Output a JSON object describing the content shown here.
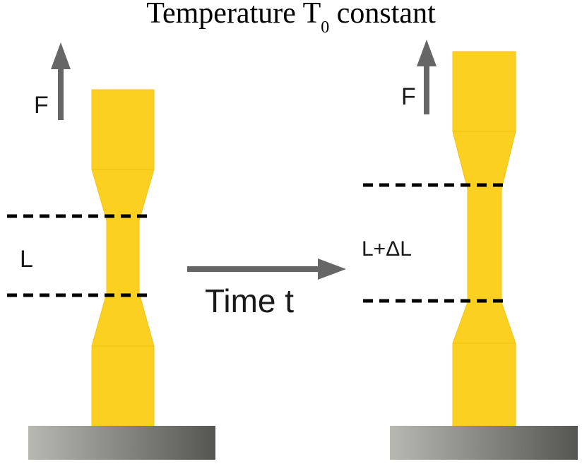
{
  "title": {
    "prefix": "Temperature T",
    "subscript": "0",
    "suffix": " constant"
  },
  "left_specimen": {
    "force_label": "F",
    "gauge_label": "L"
  },
  "right_specimen": {
    "force_label": "F",
    "gauge_label": "L+ΔL"
  },
  "transition": {
    "label": "Time t"
  },
  "colors": {
    "specimen_fill": "#fcd020",
    "specimen_edge": "#f0c010",
    "arrow": "#666666",
    "dashed_line": "#000000",
    "base_dark": "#5a5a58",
    "base_light": "#b5b5b0"
  }
}
